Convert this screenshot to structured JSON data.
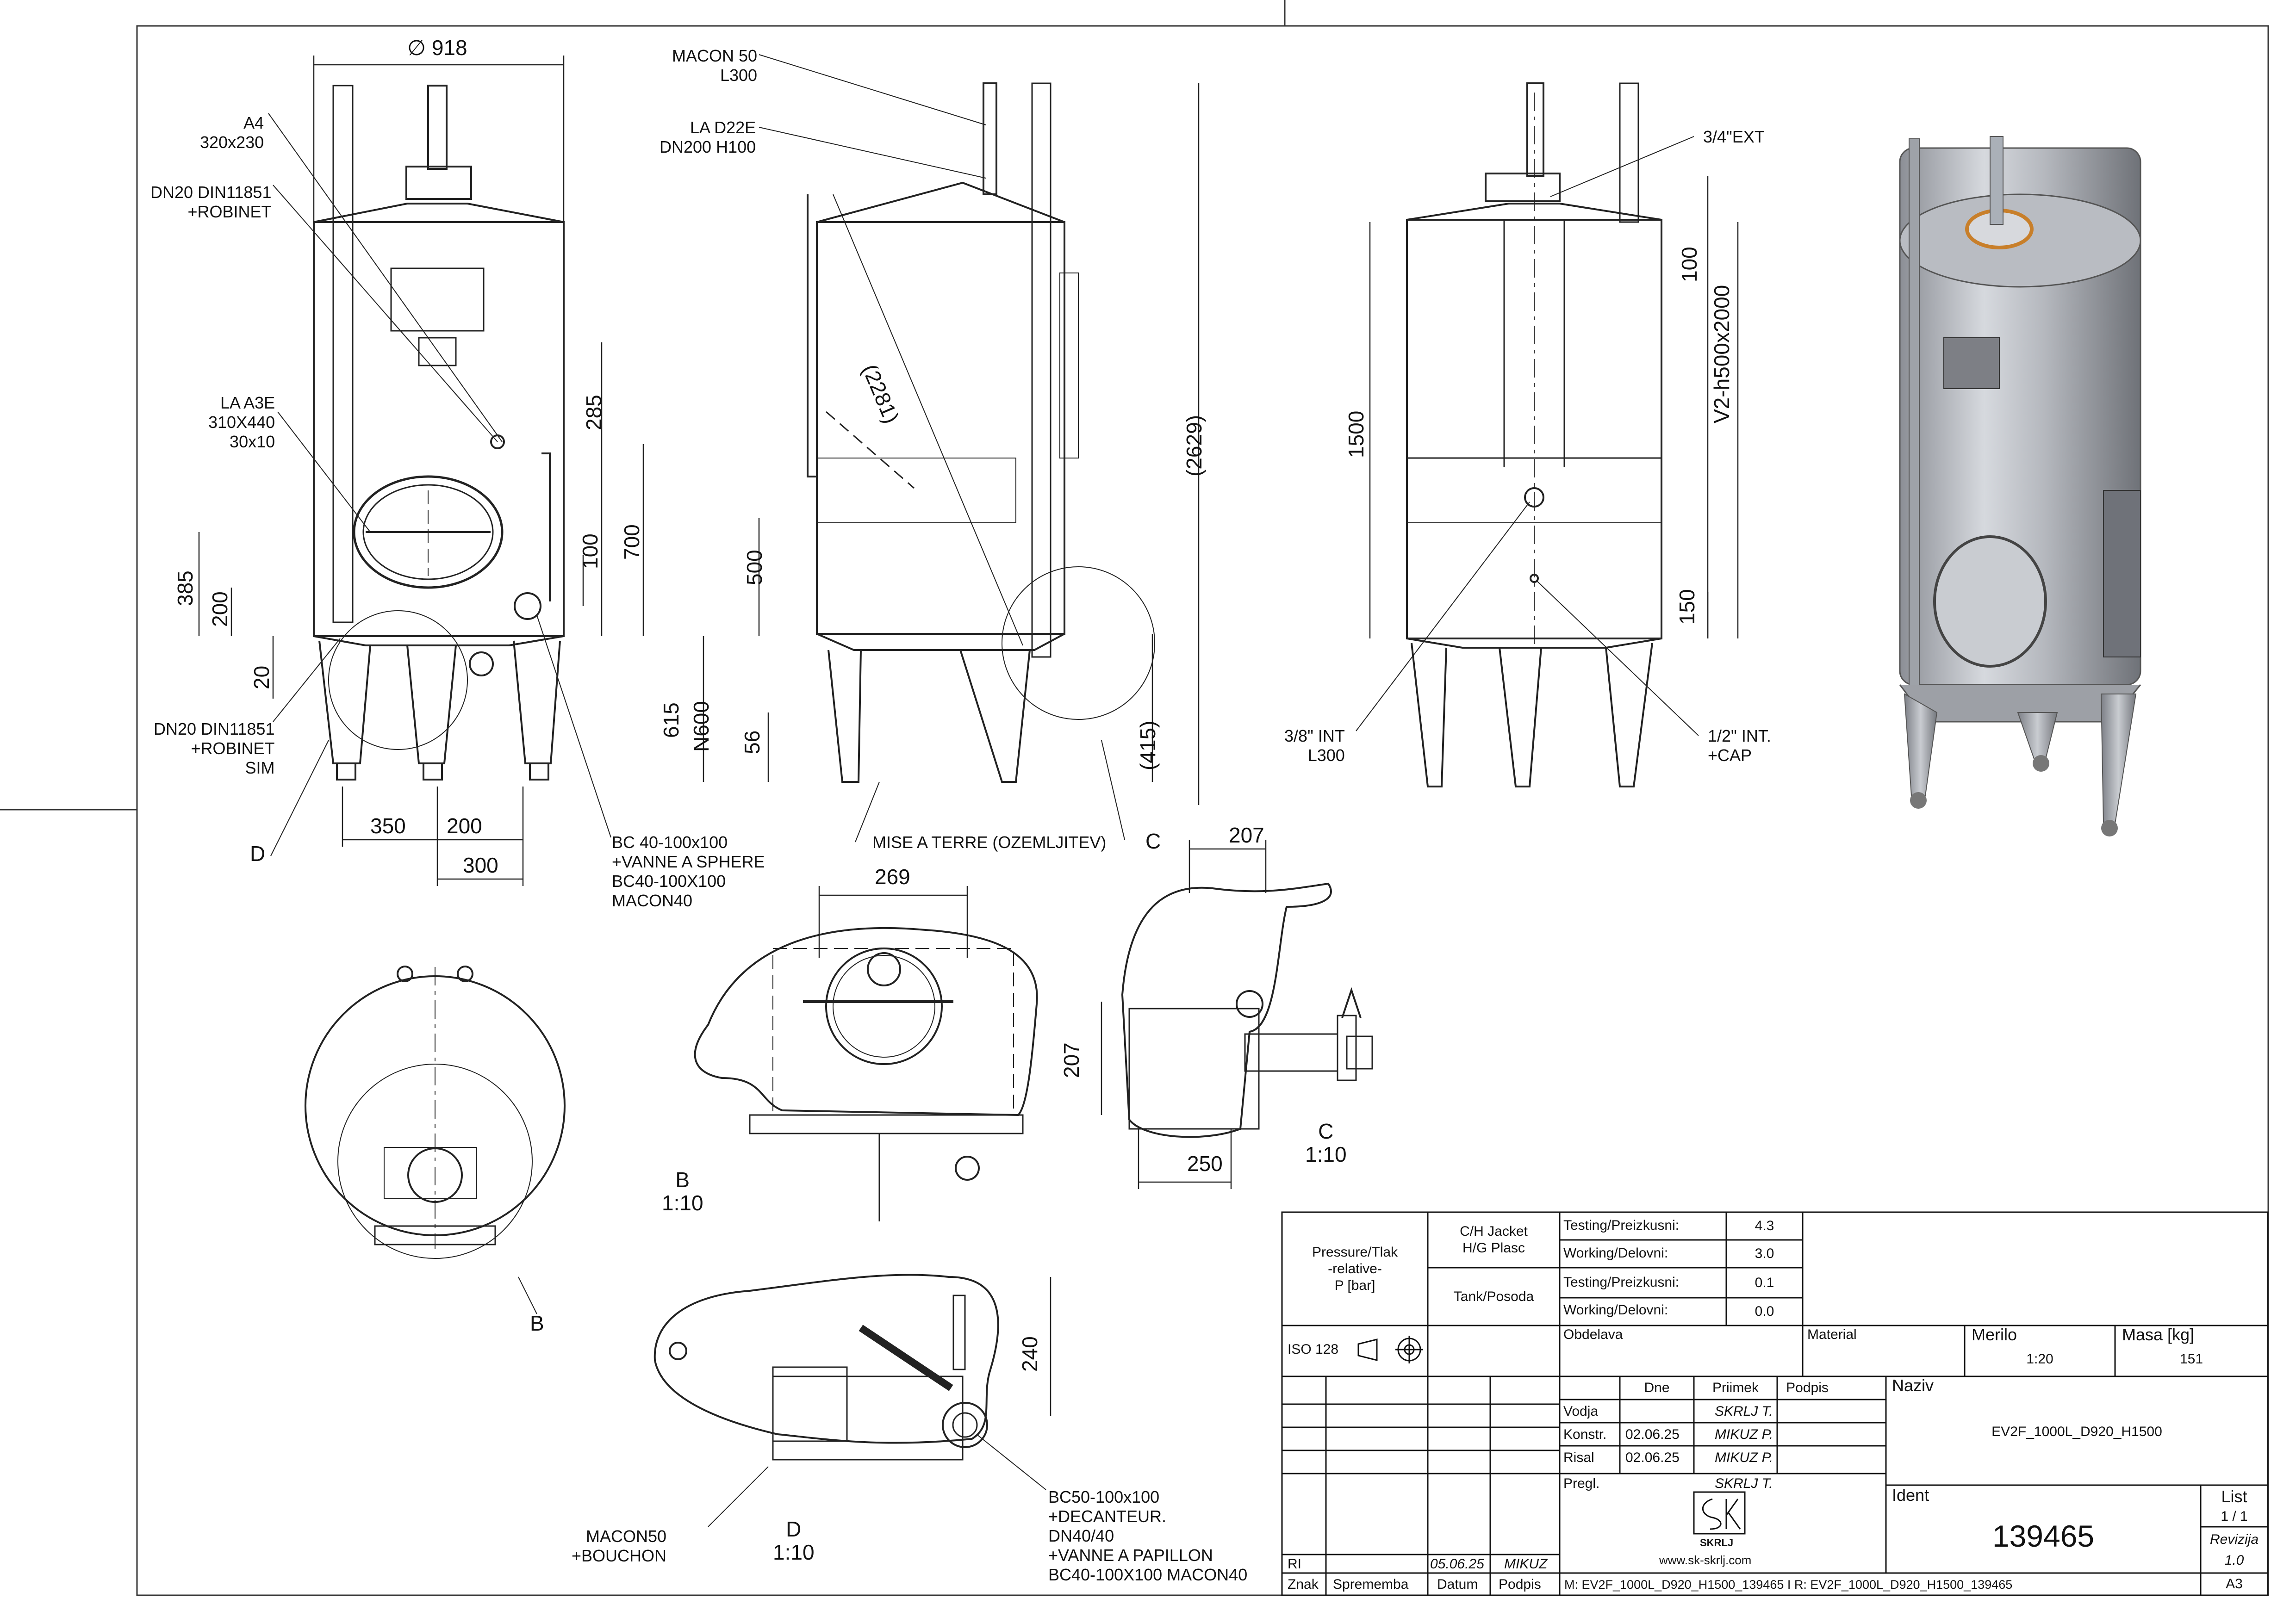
{
  "dims": {
    "d918": "∅ 918",
    "d2629": "(2629)",
    "d2281": "(2281)",
    "d285": "285",
    "d700": "700",
    "d100a": "100",
    "d385": "385",
    "d200a": "200",
    "d20": "20",
    "d350": "350",
    "d200b": "200",
    "d300": "300",
    "d500": "500",
    "d615": "615",
    "dN600": "N600",
    "d56": "56",
    "d415": "(415)",
    "d1500": "1500",
    "d100b": "100",
    "dV2": "V2-h500x2000",
    "d150": "150",
    "d269": "269",
    "d207a": "207",
    "d207b": "207",
    "d250": "250",
    "d240": "240"
  },
  "labels": {
    "a4": "A4\n320x230",
    "dn20_top": "DN20 DIN11851\n+ROBINET",
    "la_a3e": "LA A3E\n310X440\n30x10",
    "dn20_bot": "DN20 DIN11851\n+ROBINET\nSIM",
    "d_ref": "D",
    "bc40": "BC 40-100x100\n+VANNE A SPHERE\nBC40-100X100\nMACON40",
    "macon50": "MACON 50\nL300",
    "la_d22e": "LA D22E\nDN200 H100",
    "mise": "MISE A TERRE (OZEMLJITEV)",
    "c_ref": "C",
    "ext34": "3/4\"EXT",
    "int38": "3/8\" INT\nL300",
    "int12": "1/2\" INT.\n+CAP",
    "b_ref": "B",
    "b_view": "B\n1:10",
    "c_view": "C\n1:10",
    "d_view": "D\n1:10",
    "macon50b": "MACON50\n+BOUCHON",
    "bc50": "BC50-100x100\n+DECANTEUR.\nDN40/40\n+VANNE A PAPILLON\nBC40-100X100 MACON40"
  },
  "title_block": {
    "pressure": "Pressure/Tlak\n-relative-\nP [bar]",
    "jacket": "C/H Jacket\nH/G Plasc",
    "tank": "Tank/Posoda",
    "testing1": "Testing/Preizkusni:",
    "working1": "Working/Delovni:",
    "testing2": "Testing/Preizkusni:",
    "working2": "Working/Delovni:",
    "v_test1": "4.3",
    "v_work1": "3.0",
    "v_test2": "0.1",
    "v_work2": "0.0",
    "iso": "ISO 128",
    "obdelava": "Obdelava",
    "material": "Material",
    "merilo": "Merilo",
    "merilo_val": "1:20",
    "masa": "Masa [kg]",
    "masa_val": "151",
    "dne": "Dne",
    "priimek": "Priimek",
    "podpis": "Podpis",
    "naziv": "Naziv",
    "naziv_val": "EV2F_1000L_D920_H1500",
    "vodja": "Vodja",
    "konstr": "Konstr.",
    "risal": "Risal",
    "pregl": "Pregl.",
    "konstr_date": "02.06.25",
    "risal_date": "02.06.25",
    "vodja_name": "SKRLJ T.",
    "konstr_name": "MIKUZ P.",
    "risal_name": "MIKUZ P.",
    "pregl_name": "SKRLJ T.",
    "ident": "Ident",
    "ident_val": "139465",
    "list": "List",
    "list_val": "1 / 1",
    "revizija": "Revizija",
    "revizija_val": "1.0",
    "logo_text": "SKRLJ",
    "web": "www.sk-skrlj.com",
    "ri": "RI",
    "rev_date": "05.06.25",
    "rev_by": "MIKUZ",
    "znak": "Znak",
    "sprememba": "Sprememba",
    "datum": "Datum",
    "podpis2": "Podpis",
    "files": "M: EV2F_1000L_D920_H1500_139465 I R: EV2F_1000L_D920_H1500_139465",
    "format": "A3"
  }
}
